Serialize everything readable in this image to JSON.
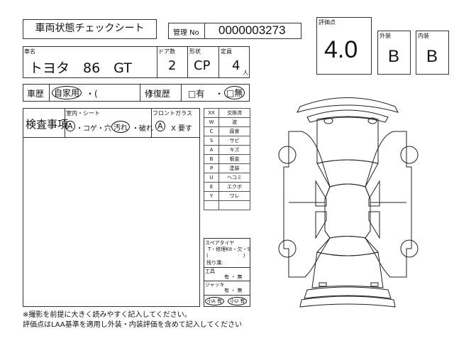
{
  "title": "車両状態チェックシート",
  "management": {
    "label": "管理 No",
    "value": "0000003273"
  },
  "score": {
    "label": "評価点",
    "value": "4.0",
    "exterior_label": "外装",
    "exterior": "B",
    "interior_label": "内装",
    "interior": "B"
  },
  "vehicle": {
    "name_label": "車名",
    "name": "トヨタ　86　GT",
    "doors_label": "ドア数",
    "doors": "2",
    "shape_label": "形状",
    "shape": "CP",
    "capacity_label": "定員",
    "capacity": "4",
    "capacity_unit": "人"
  },
  "history": {
    "label": "車歴",
    "usage": "自家用",
    "usage_rest": "・(　　　　　　)",
    "repair_label": "修復歴",
    "repair_yes": "□有",
    "sep": "・",
    "repair_no": "□無"
  },
  "inspection": {
    "label": "検査事項",
    "interior_label": "室内・シート",
    "interior_a": "A",
    "interior_mid": "・コゲ・穴",
    "interior_dirt": "汚れ",
    "interior_end": "・破れ",
    "glass_label": "フロントガラス",
    "glass_a": "A",
    "glass_rest": "X 要す"
  },
  "legend": [
    [
      "XX",
      "交換済"
    ],
    [
      "W",
      "波"
    ],
    [
      "C",
      "腐食"
    ],
    [
      "S",
      "サビ"
    ],
    [
      "A",
      "キズ"
    ],
    [
      "B",
      "板金"
    ],
    [
      "P",
      "塗装"
    ],
    [
      "U",
      "ヘコミ"
    ],
    [
      "E",
      "エクボ"
    ],
    [
      "Y",
      "ワレ"
    ]
  ],
  "spare": {
    "label": "スペアタイヤ",
    "options": "T・修理Kit・欠・S",
    "paren": "(　　　　　　　)",
    "remaining": "残り溝:",
    "tools_label": "工具",
    "tools_opts": "有 ・ 無",
    "jack_label": "ジャッキ",
    "jack_opts": "有 ・ 無",
    "small_a": "小A 有",
    "small_u": "小U 有"
  },
  "notes": [
    "※撮影を前提に大きく読みやすく記入してください。",
    "評価点はLAA基準を適用し外装・内装評価を含めて記入してください"
  ]
}
